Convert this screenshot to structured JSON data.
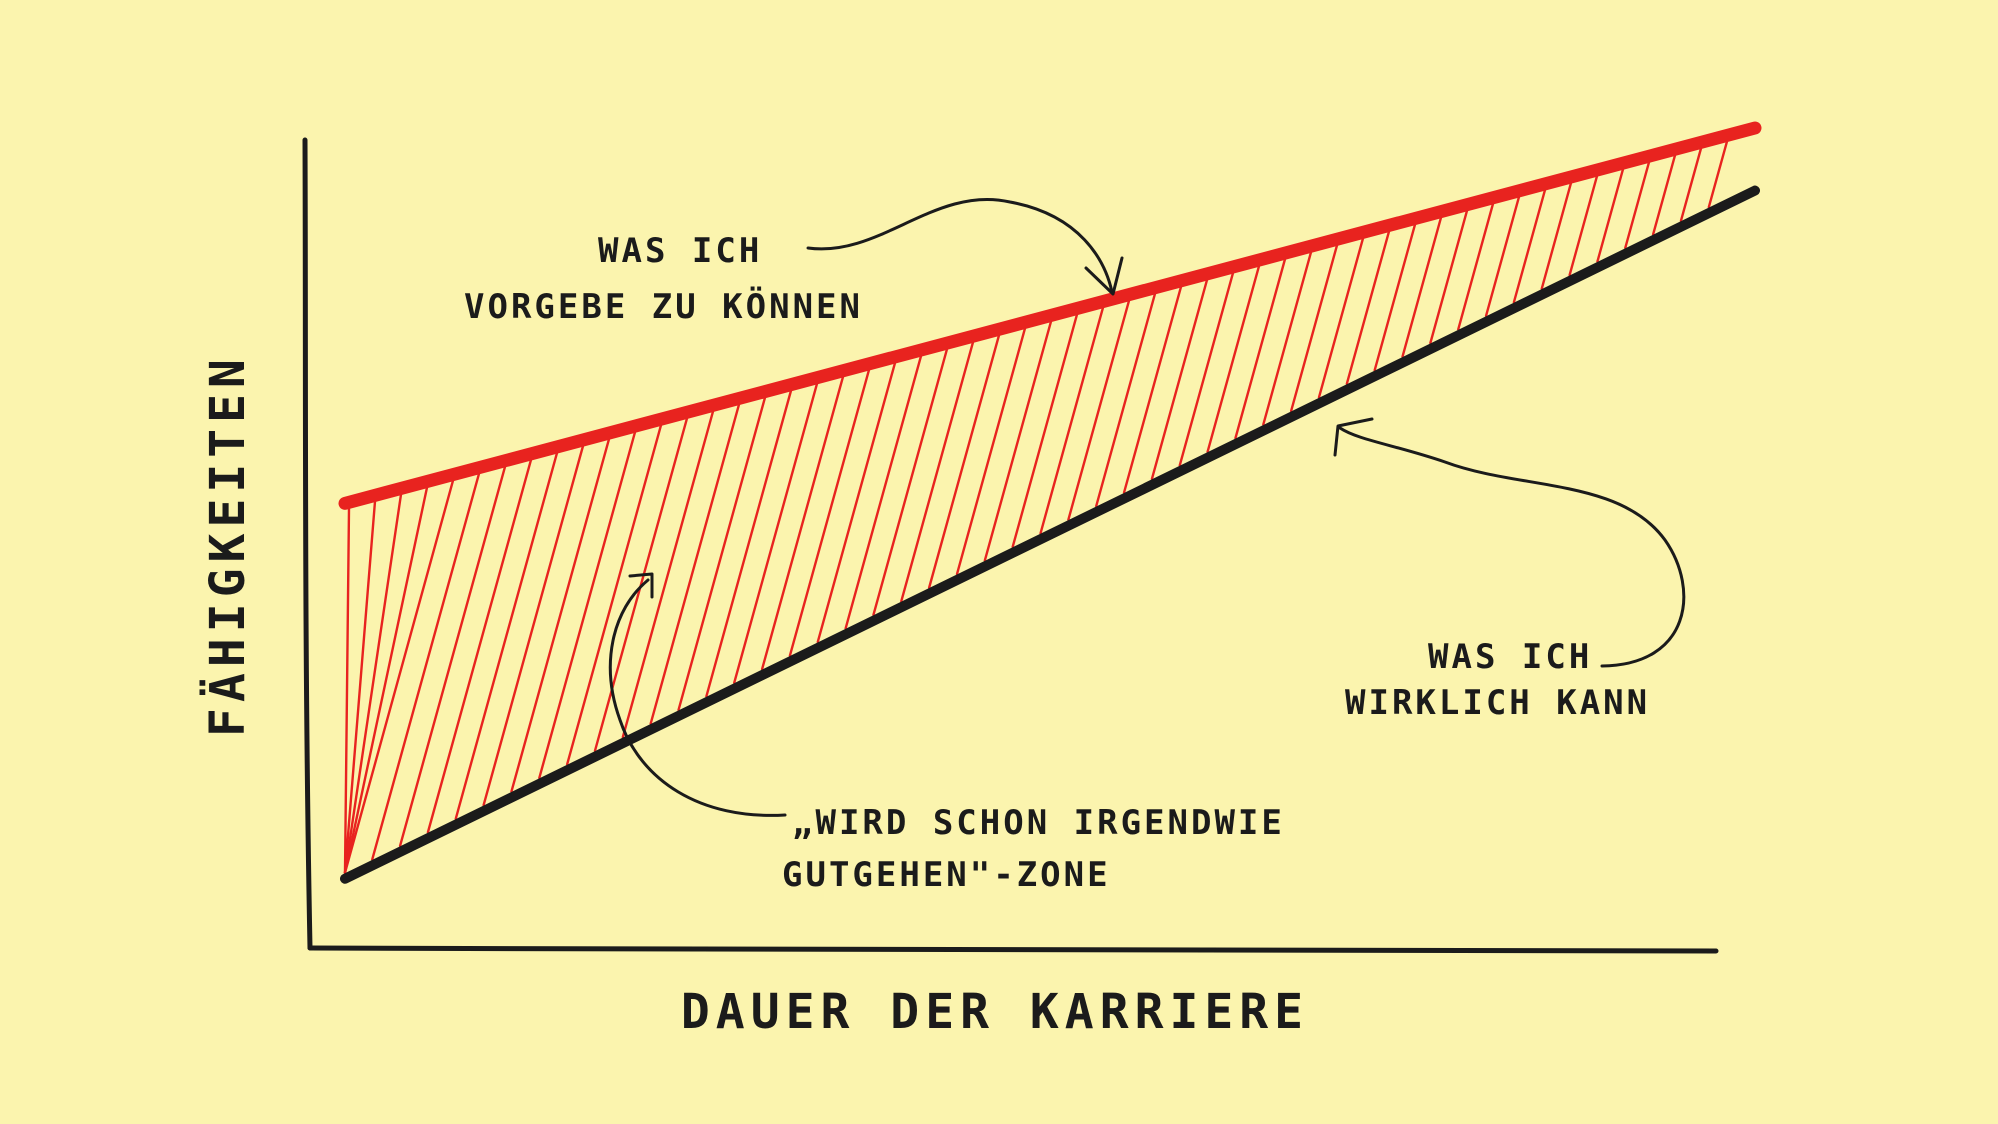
{
  "chart_data": {
    "type": "line",
    "x": [
      0,
      1
    ],
    "xlabel": "DAUER DER KARRIERE",
    "ylabel": "FÄHIGKEITEN",
    "xlim": [
      0,
      1
    ],
    "ylim": [
      0,
      1
    ],
    "grid": false,
    "legend": "none",
    "series": [
      {
        "key": "pretend",
        "values": [
          0.52,
          1.0
        ],
        "color": "#e8231f"
      },
      {
        "key": "actual",
        "values": [
          0.04,
          0.92
        ],
        "color": "#1b1b1b"
      }
    ],
    "fill_between": {
      "upper": "pretend",
      "lower": "actual",
      "pattern": "hatch",
      "color": "#e8231f"
    },
    "annotations": [
      {
        "key": "pretend",
        "lines": [
          "WAS ICH",
          "VORGEBE ZU KÖNNEN"
        ]
      },
      {
        "key": "actual",
        "lines": [
          "WAS ICH",
          "WIRKLICH KANN"
        ]
      },
      {
        "key": "zone",
        "lines": [
          "„WIRD SCHON IRGENDWIE",
          "GUTGEHEN\"-ZONE"
        ]
      }
    ]
  }
}
